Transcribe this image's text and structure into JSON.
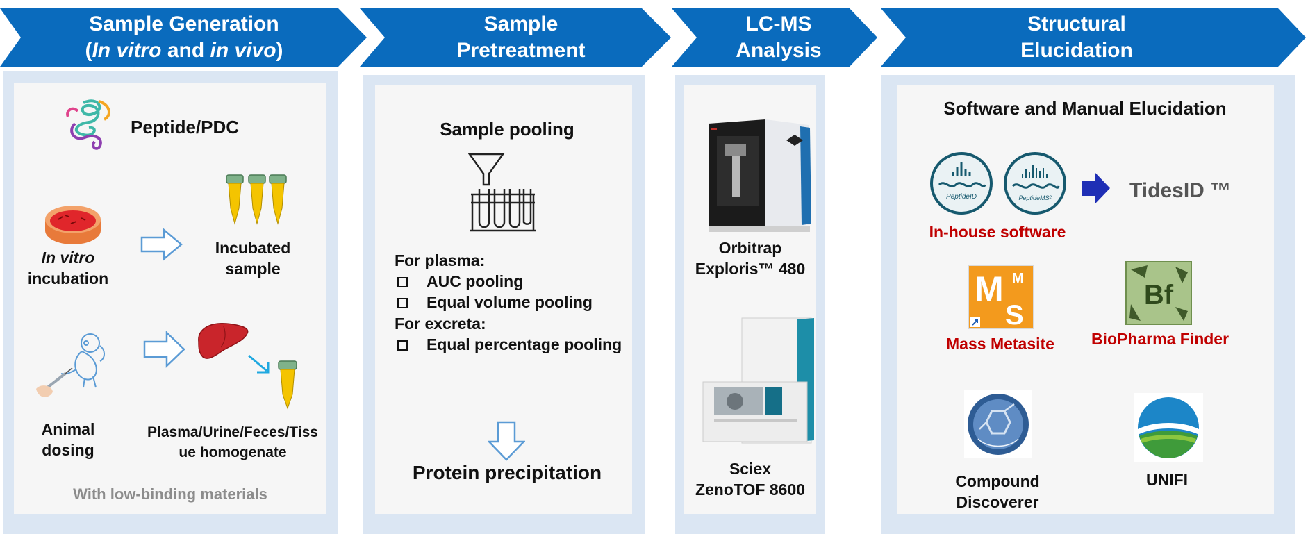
{
  "headers": [
    {
      "line1": "Sample Generation",
      "line2_open": "(",
      "line2_it1": "In vitro",
      "line2_mid": " and ",
      "line2_it2": "in vivo",
      "line2_close": ")"
    },
    {
      "line1": "Sample",
      "line2": "Pretreatment"
    },
    {
      "line1": "LC-MS",
      "line2": "Analysis"
    },
    {
      "line1": "Structural",
      "line2": "Elucidation"
    }
  ],
  "colors": {
    "header_blue": "#0a6bbd",
    "panel_outer": "#dbe6f3",
    "panel_inner": "#f6f6f6",
    "arrow_outline": "#5b9bd5",
    "software_red": "#c00000",
    "tides_arrow": "#1f2fb5"
  },
  "panel1": {
    "peptide_label": "Peptide/PDC",
    "invitro_italic": "In vitro",
    "invitro_rest": "incubation",
    "incubated_label": "Incubated sample",
    "animal_label": "Animal dosing",
    "plasma_label": "Plasma/Urine/Feces/Tissue homogenate",
    "note": "With low-binding materials"
  },
  "panel2": {
    "title": "Sample pooling",
    "plasma_heading": "For plasma:",
    "plasma_items": [
      "AUC pooling",
      "Equal volume pooling"
    ],
    "excreta_heading": "For excreta:",
    "excreta_items": [
      "Equal percentage pooling"
    ],
    "bottom": "Protein precipitation"
  },
  "panel3": {
    "instrument1": [
      "Orbitrap",
      "Exploris™ 480"
    ],
    "instrument2": [
      "Sciex",
      "ZenoTOF 8600"
    ]
  },
  "panel4": {
    "title": "Software and Manual Elucidation",
    "badge1": "PeptideID",
    "badge2": "PeptideMS²",
    "tides": "TidesID ™",
    "inhouse": "In-house software",
    "ms_logo": "MS",
    "bf_logo": "Bf",
    "mass_metasite": "Mass Metasite",
    "biopharma": "BioPharma Finder",
    "compound": "Compound Discoverer",
    "unifi": "UNIFI"
  }
}
